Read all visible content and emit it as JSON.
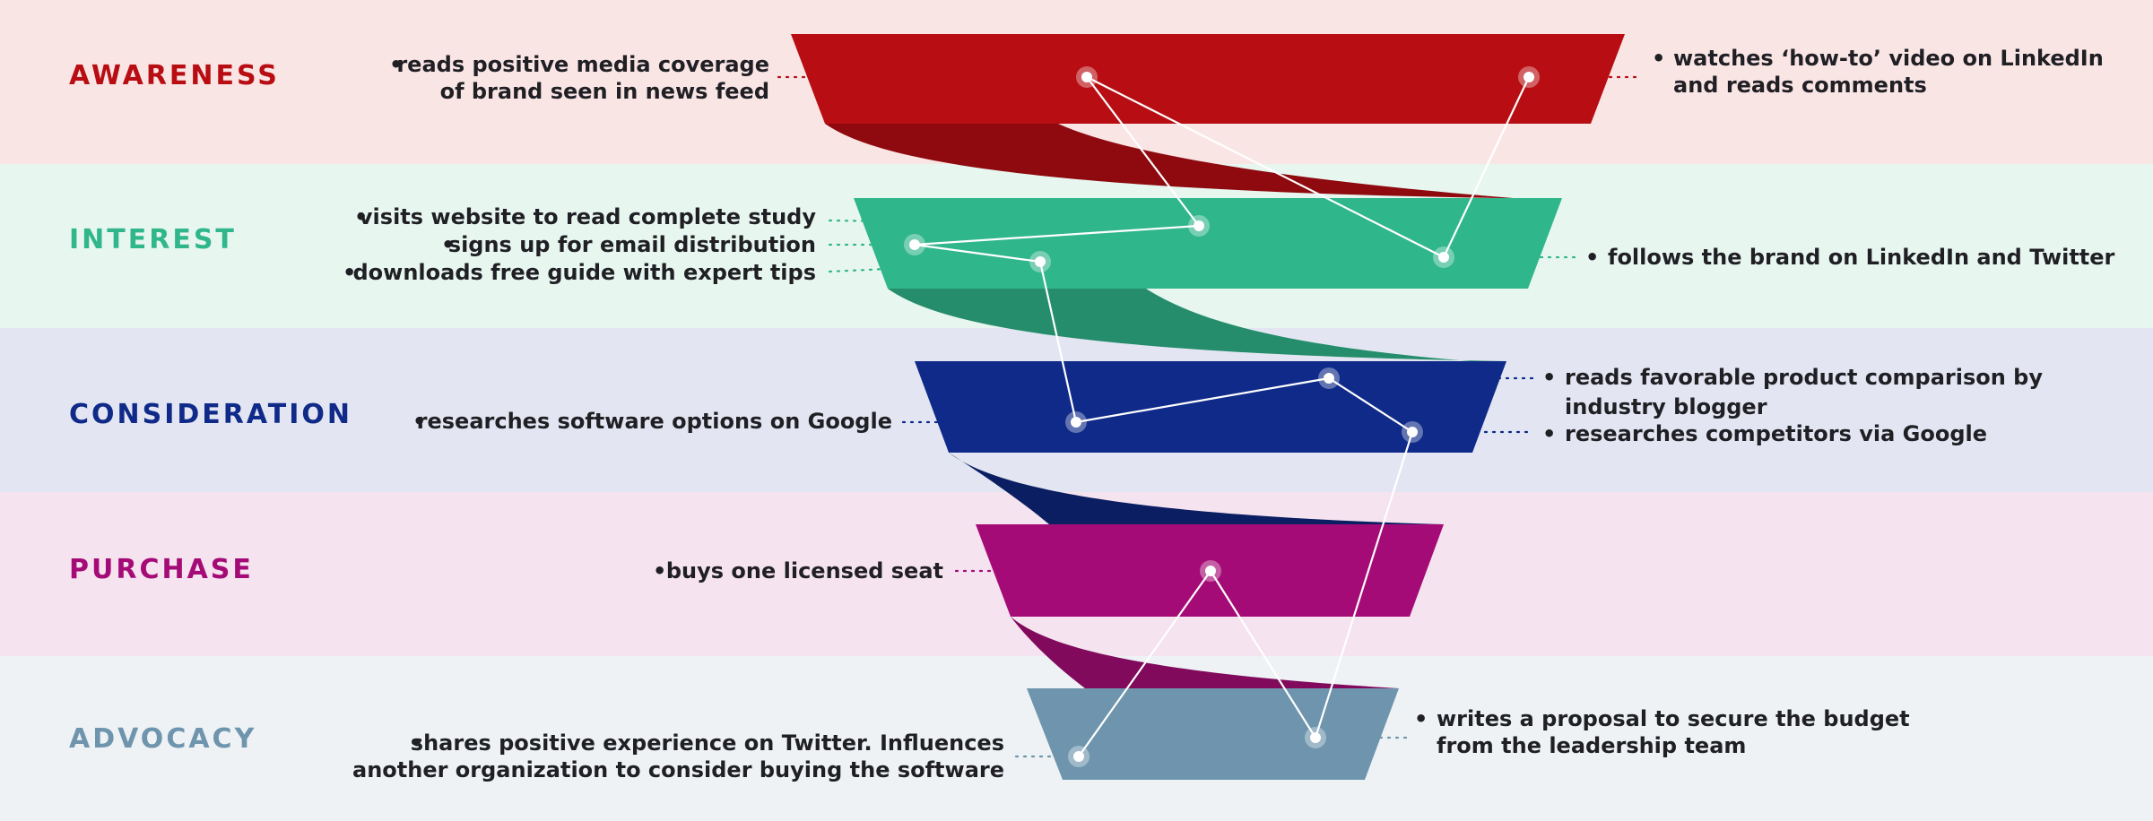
{
  "colors": {
    "awareness": "#b80d12",
    "awareness_twist": "#8e0a0f",
    "awareness_bg": "#fae5e5",
    "interest": "#30b68b",
    "interest_twist": "#258d6b",
    "interest_bg": "#e8f6f0",
    "consideration": "#0f2a88",
    "consideration_twist": "#0b1e62",
    "consideration_bg": "#e3e6f2",
    "purchase": "#a50b76",
    "purchase_twist": "#810a5d",
    "purchase_bg": "#f5e3ef",
    "advocacy": "#6e95ad",
    "advocacy_bg": "#eef2f5",
    "note_text": "#1f1f24"
  },
  "stages": [
    {
      "key": "awareness",
      "label": "AWARENESS",
      "notes": [
        {
          "side": "left",
          "lines": [
            "reads positive media coverage",
            "of brand seen in news feed"
          ]
        },
        {
          "side": "right",
          "lines": [
            "watches ‘how-to’ video on LinkedIn",
            "and reads comments"
          ]
        }
      ]
    },
    {
      "key": "interest",
      "label": "INTEREST",
      "notes": [
        {
          "side": "left",
          "lines": [
            "visits website to read complete study"
          ]
        },
        {
          "side": "left",
          "lines": [
            "signs up for email distribution"
          ]
        },
        {
          "side": "left",
          "lines": [
            "downloads free guide with expert tips"
          ]
        },
        {
          "side": "right",
          "lines": [
            "follows the brand on LinkedIn and Twitter"
          ]
        }
      ]
    },
    {
      "key": "consideration",
      "label": "CONSIDERATION",
      "notes": [
        {
          "side": "left",
          "lines": [
            "researches software options on Google"
          ]
        },
        {
          "side": "right",
          "lines": [
            "reads favorable product comparison by",
            "industry blogger"
          ]
        },
        {
          "side": "right",
          "lines": [
            "researches competitors via Google"
          ]
        }
      ]
    },
    {
      "key": "purchase",
      "label": "PURCHASE",
      "notes": [
        {
          "side": "left",
          "lines": [
            "buys one licensed seat"
          ]
        }
      ]
    },
    {
      "key": "advocacy",
      "label": "ADVOCACY",
      "notes": [
        {
          "side": "left",
          "lines": [
            "shares positive experience on Twitter. Influences",
            "another organization to consider buying the software"
          ]
        },
        {
          "side": "right",
          "lines": [
            "writes a proposal to secure the budget",
            "from the leadership team"
          ]
        }
      ]
    }
  ]
}
